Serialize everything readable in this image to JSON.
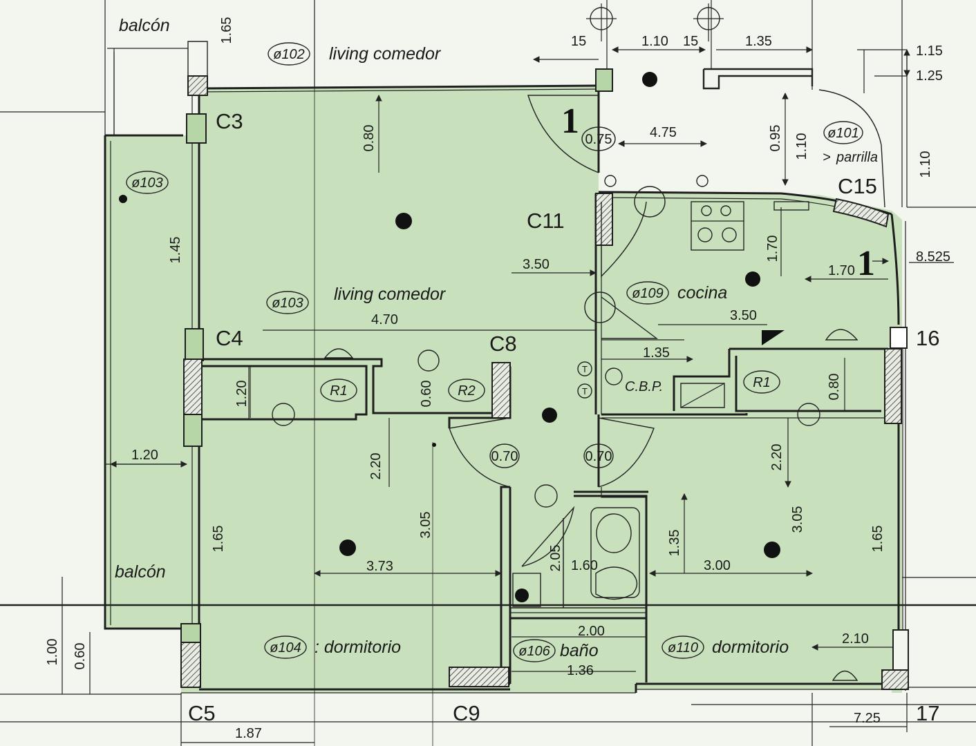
{
  "rooms": {
    "balcon_top": "balcón",
    "living_top_tag": "ø102",
    "living_top": "living comedor",
    "balcon_left_tag": "ø103",
    "living_tag": "ø103",
    "living": "living comedor",
    "parrilla_tag": "ø101",
    "parrilla": "parrilla",
    "cocina_tag": "ø109",
    "cocina": "cocina",
    "cbp": "C.B.P.",
    "r1_left": "R1",
    "r2": "R2",
    "r1_right": "R1",
    "balcon_left": "balcón",
    "dorm1_tag": "ø104",
    "dorm1": ": dormitorio",
    "bano_tag": "ø106",
    "bano": "baño",
    "dorm2_tag": "ø110",
    "dorm2": "dormitorio",
    "door_075": "0.75",
    "door_070_left": "0.70",
    "door_070_right": "0.70",
    "phone_t": "T"
  },
  "columns": {
    "c3": "C3",
    "c4": "C4",
    "c5": "C5",
    "c8": "C8",
    "c9": "C9",
    "c11": "C11",
    "c15": "C15",
    "c16": "16",
    "c17": "17"
  },
  "sections": {
    "cut_1a": "1",
    "cut_1b": "1"
  },
  "dimensions": {
    "d_165_top": "1.65",
    "d_15_a": "15",
    "d_110_a": "1.10",
    "d_15_b": "15",
    "d_135_a": "1.35",
    "d_115": "1.15",
    "d_125": "1.25",
    "d_080_a": "0.80",
    "d_475": "4.75",
    "d_095": "0.95",
    "d_110_b": "1.10",
    "d_110_c": "1.10",
    "d_145": "1.45",
    "d_350_a": "3.50",
    "d_170_v": "1.70",
    "d_170_h": "1.70",
    "d_8525": "8.525",
    "d_470": "4.70",
    "d_350_b": "3.50",
    "d_135_b": "1.35",
    "d_120_v": "1.20",
    "d_060_v": "0.60",
    "d_080_b": "0.80",
    "d_120_h": "1.20",
    "d_220_a": "2.20",
    "d_220_b": "2.20",
    "d_305_a": "3.05",
    "d_305_b": "3.05",
    "d_165_a": "1.65",
    "d_165_b": "1.65",
    "d_373": "3.73",
    "d_205": "2.05",
    "d_160": "1.60",
    "d_135_c": "1.35",
    "d_300": "3.00",
    "d_200": "2.00",
    "d_136": "1.36",
    "d_210": "2.10",
    "d_100": "1.00",
    "d_060_b": "0.60",
    "d_187": "1.87",
    "d_725": "7.25"
  }
}
